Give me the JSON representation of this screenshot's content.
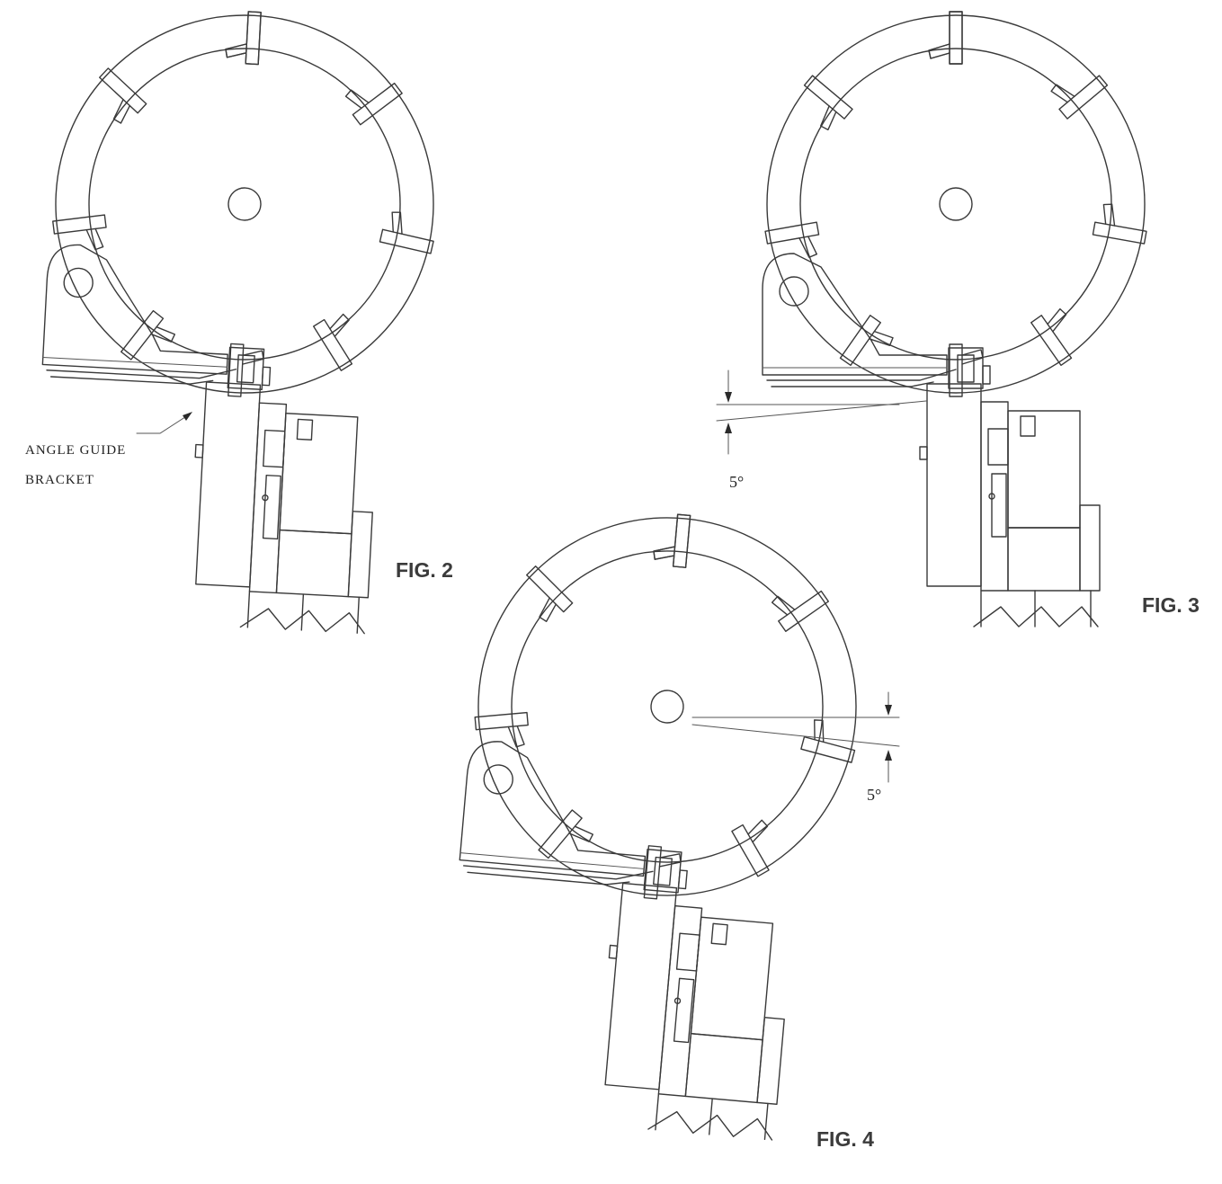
{
  "figures": [
    {
      "id": "fig2",
      "label": "FIG. 2",
      "callout_lines": [
        "ANGLE GUIDE",
        "BRACKET"
      ]
    },
    {
      "id": "fig3",
      "label": "FIG. 3",
      "angle_label": "5°"
    },
    {
      "id": "fig4",
      "label": "FIG. 4",
      "angle_label": "5°"
    }
  ],
  "colors": {
    "line": "#3a3a3a",
    "label": "#3b3b3b",
    "background": "#ffffff"
  }
}
